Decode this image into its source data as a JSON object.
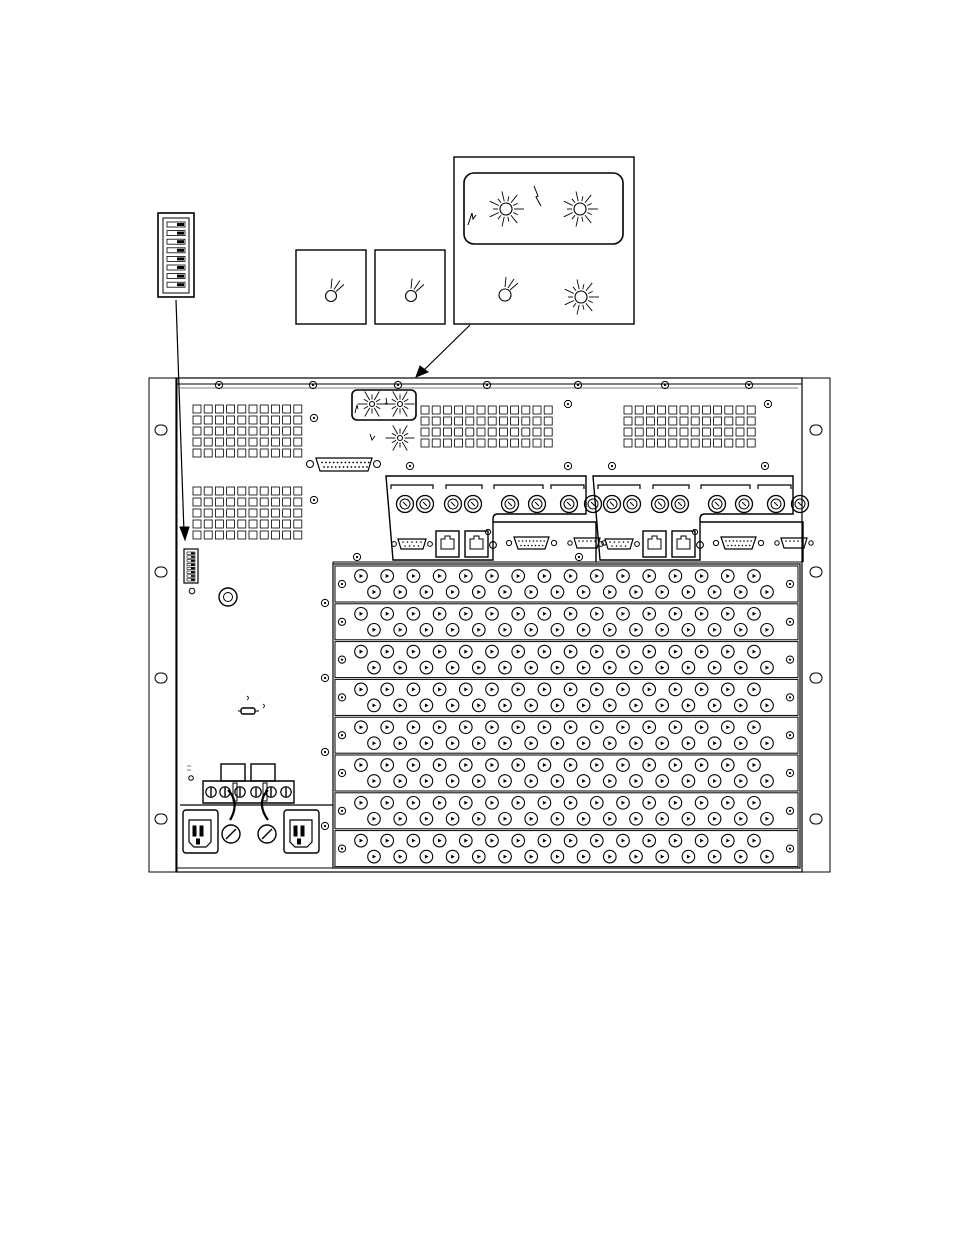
{
  "figure": {
    "kind": "rear panel line drawing",
    "colors": {
      "ink": "#000000",
      "paper": "#ffffff",
      "panel_edge": "#444444"
    }
  },
  "callouts": {
    "dip_switch_detail": {
      "positions": 8
    },
    "led_detail": {
      "panels": 3,
      "top_group_leds": 2,
      "bottom_leds": 2
    }
  },
  "rear_panel": {
    "vent_grilles": 4,
    "video_module_groups": 2,
    "bnc_rows_per_group": 8,
    "bnc_per_row": 32,
    "power_inlets": 2,
    "fuses": 2
  }
}
